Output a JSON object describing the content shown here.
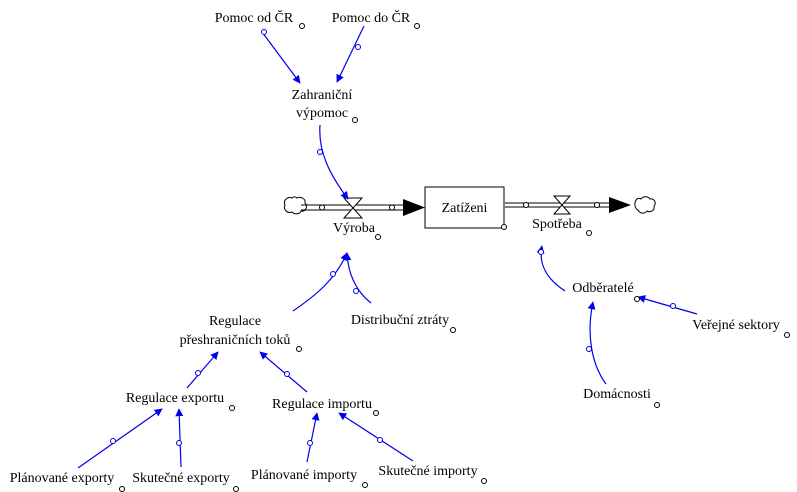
{
  "diagram": {
    "type": "stock-and-flow",
    "stock": {
      "label": "Zatíženi"
    },
    "flows": [
      {
        "id": "inflow",
        "label": "Výroba"
      },
      {
        "id": "outflow",
        "label": "Spotřeba"
      }
    ],
    "variables": {
      "pomoc_od": "Pomoc od ČR",
      "pomoc_do": "Pomoc do ČR",
      "zahranicni_1": "Zahraniční",
      "zahranicni_2": "výpomoc",
      "regulace_1": "Regulace",
      "regulace_2": "přeshraničních toků",
      "distribucni": "Distribuční ztráty",
      "reg_export": "Regulace exportu",
      "reg_import": "Regulace importu",
      "plan_export": "Plánované exporty",
      "skut_export": "Skutečné exporty",
      "plan_import": "Plánované importy",
      "skut_import": "Skutečné importy",
      "odberatele": "Odběratelé",
      "verejne": "Veřejné sektory",
      "domacnosti": "Domácnosti"
    },
    "links": [
      {
        "from": "Pomoc od ČR",
        "to": "Zahraniční výpomoc"
      },
      {
        "from": "Pomoc do ČR",
        "to": "Zahraniční výpomoc"
      },
      {
        "from": "Zahraniční výpomoc",
        "to": "Výroba"
      },
      {
        "from": "Regulace přeshraničních toků",
        "to": "Výroba"
      },
      {
        "from": "Distribuční ztráty",
        "to": "Výroba"
      },
      {
        "from": "Regulace exportu",
        "to": "Regulace přeshraničních toků"
      },
      {
        "from": "Regulace importu",
        "to": "Regulace přeshraničních toků"
      },
      {
        "from": "Plánované exporty",
        "to": "Regulace exportu"
      },
      {
        "from": "Skutečné exporty",
        "to": "Regulace exportu"
      },
      {
        "from": "Plánované importy",
        "to": "Regulace importu"
      },
      {
        "from": "Skutečné importy",
        "to": "Regulace importu"
      },
      {
        "from": "Odběratelé",
        "to": "Spotřeba"
      },
      {
        "from": "Veřejné sektory",
        "to": "Odběratelé"
      },
      {
        "from": "Domácnosti",
        "to": "Odběratelé"
      }
    ],
    "colors": {
      "link": "#0000ee",
      "structure": "#000000"
    }
  }
}
